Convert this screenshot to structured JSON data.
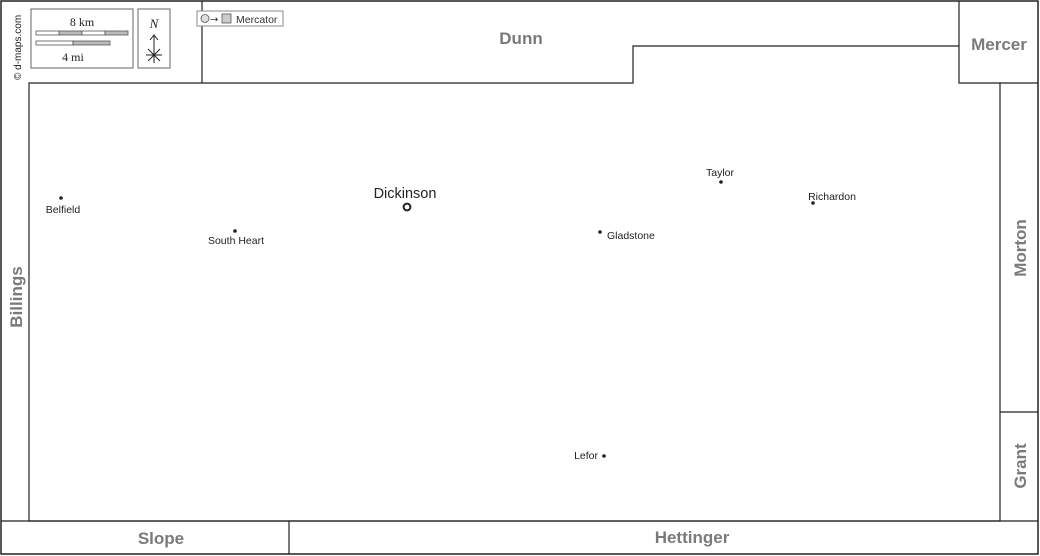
{
  "credit": "© d-maps.com",
  "scale": {
    "km_label": "8 km",
    "mi_label": "4 mi"
  },
  "north_label": "N",
  "projection_label": "Mercator",
  "counties": {
    "dunn": "Dunn",
    "mercer": "Mercer",
    "morton": "Morton",
    "grant": "Grant",
    "hettinger": "Hettinger",
    "slope": "Slope",
    "billings": "Billings"
  },
  "county_seat": {
    "name": "Dickinson",
    "symbol": "circle-ring-icon"
  },
  "towns": [
    {
      "name": "Belfield"
    },
    {
      "name": "South Heart"
    },
    {
      "name": "Gladstone"
    },
    {
      "name": "Taylor"
    },
    {
      "name": "Richardon"
    },
    {
      "name": "Lefor"
    }
  ],
  "colors": {
    "border": "#222222",
    "county_label": "#7a7a7a",
    "background": "#ffffff"
  }
}
